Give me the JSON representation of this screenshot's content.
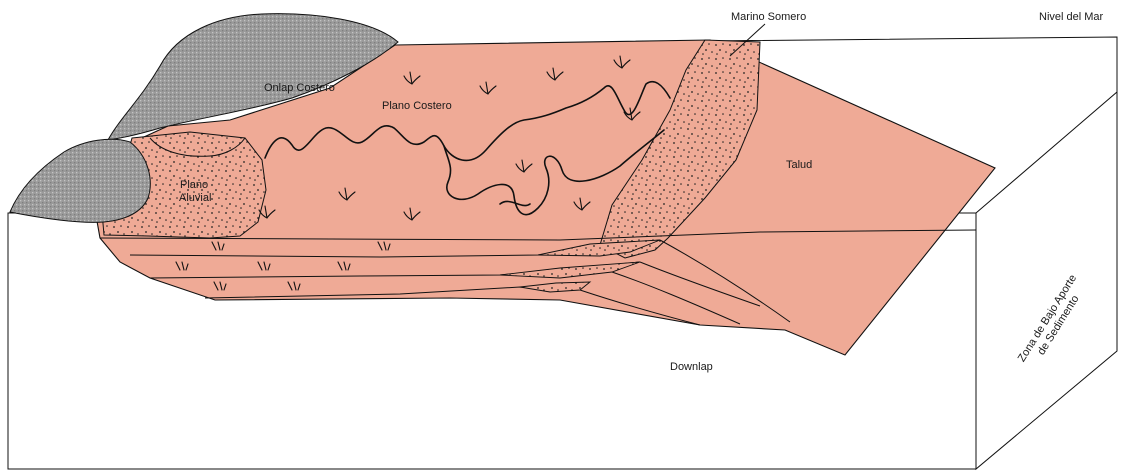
{
  "labels": {
    "nivel_del_mar": "Nivel del Mar",
    "marino_somero": "Marino Somero",
    "onlap_costero": "Onlap Costero",
    "plano_costero": "Plano Costero",
    "plano_aluvial_line1": "Plano",
    "plano_aluvial_line2": "Aluvial",
    "talud": "Talud",
    "downlap": "Downlap",
    "zona_line1": "Zona de Bajo Aporte",
    "zona_line2": "de Sedimento"
  },
  "colors": {
    "sediment": "#efaa96",
    "rock": "#9a9a9a",
    "rock_pattern": "#bcbcbc",
    "sand_dots": "#222222",
    "line": "#111111",
    "background": "#ffffff"
  }
}
